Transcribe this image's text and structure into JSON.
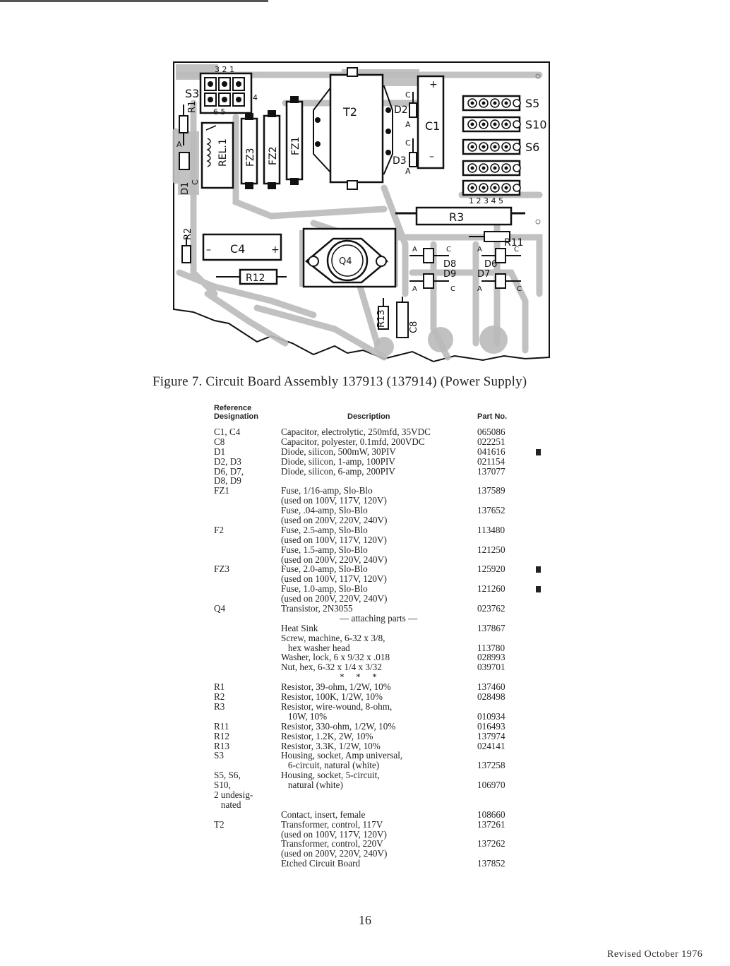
{
  "figure": {
    "caption": "Figure 7.  Circuit Board Assembly 137913 (137914)  (Power Supply)",
    "board_labels": {
      "s3": "S3",
      "pins_top": "3 2 1",
      "pins_bottom": "6 5",
      "pin4": "4",
      "r1": "R1",
      "rel1": "REL.1",
      "d1": "D1",
      "d1_c": "C",
      "d1_a": "A",
      "fz3": "FZ3",
      "fz2": "FZ2",
      "fz1": "FZ1",
      "t2": "T2",
      "c1": "C1",
      "c1_plus": "+",
      "c1_minus": "–",
      "d2": "D2",
      "d3": "D3",
      "d2_c": "C",
      "d2_a": "A",
      "d3_c": "C",
      "d3_a": "A",
      "s5": "S5",
      "s10": "S10",
      "s6": "S6",
      "connector_pins": "1 2 3 4 5",
      "r3": "R3",
      "r2": "R2",
      "c4": "C4",
      "c4_minus": "–",
      "c4_plus": "+",
      "q4": "Q4",
      "r12": "R12",
      "r11": "R11",
      "d8": "D8",
      "d9": "D9",
      "d6": "D6",
      "d7": "D7",
      "d8_a": "A",
      "d8_c": "C",
      "d9_a": "A",
      "d9_c": "C",
      "d6_a": "A",
      "d6_c": "C",
      "d7_a": "A",
      "d7_c": "C",
      "r13": "R13",
      "c8": "C8"
    }
  },
  "table": {
    "headers": {
      "ref_line1": "Reference",
      "ref_line2": "Designation",
      "description": "Description",
      "part_no": "Part No."
    },
    "rows": [
      {
        "ref": "C1, C4",
        "desc": "Capacitor, electrolytic, 250mfd, 35VDC",
        "pn": "065086",
        "mark": false
      },
      {
        "ref": "C8",
        "desc": "Capacitor, polyester, 0.1mfd, 200VDC",
        "pn": "022251",
        "mark": false
      },
      {
        "ref": "D1",
        "desc": "Diode, silicon, 500mW, 30PIV",
        "pn": "041616",
        "mark": true
      },
      {
        "ref": "D2, D3",
        "desc": "Diode, silicon, 1-amp, 100PIV",
        "pn": "021154",
        "mark": false
      },
      {
        "ref": "D6, D7,",
        "desc": "Diode, silicon, 6-amp, 200PIV",
        "pn": "137077",
        "mark": false
      },
      {
        "ref": "D8, D9",
        "desc": "",
        "pn": "",
        "mark": false
      },
      {
        "ref": "FZ1",
        "desc": "Fuse, 1/16-amp, Slo-Blo",
        "pn": "137589",
        "mark": false
      },
      {
        "ref": "",
        "desc": "(used on 100V, 117V, 120V)",
        "pn": "",
        "mark": false
      },
      {
        "ref": "",
        "desc": "Fuse, .04-amp, Slo-Blo",
        "pn": "137652",
        "mark": false
      },
      {
        "ref": "",
        "desc": "(used on 200V, 220V, 240V)",
        "pn": "",
        "mark": false
      },
      {
        "ref": "F2",
        "desc": "Fuse, 2.5-amp, Slo-Blo",
        "pn": "113480",
        "mark": false
      },
      {
        "ref": "",
        "desc": "(used on 100V, 117V, 120V)",
        "pn": "",
        "mark": false
      },
      {
        "ref": "",
        "desc": "Fuse, 1.5-amp, Slo-Blo",
        "pn": "121250",
        "mark": false
      },
      {
        "ref": "",
        "desc": "(used on 200V, 220V, 240V)",
        "pn": "",
        "mark": false
      },
      {
        "ref": "FZ3",
        "desc": "Fuse, 2.0-amp, Slo-Blo",
        "pn": "125920",
        "mark": true
      },
      {
        "ref": "",
        "desc": "(used on 100V, 117V, 120V)",
        "pn": "",
        "mark": false
      },
      {
        "ref": "",
        "desc": "Fuse, 1.0-amp, Slo-Blo",
        "pn": "121260",
        "mark": true
      },
      {
        "ref": "",
        "desc": "(used on 200V, 220V, 240V)",
        "pn": "",
        "mark": false
      },
      {
        "ref": "Q4",
        "desc": "Transistor, 2N3055",
        "pn": "023762",
        "mark": false
      },
      {
        "ref": "",
        "desc": "— attaching parts —",
        "pn": "",
        "mark": false,
        "center": true
      },
      {
        "ref": "",
        "desc": "Heat Sink",
        "pn": "137867",
        "mark": false
      },
      {
        "ref": "",
        "desc": "Screw, machine, 6-32 x 3/8,",
        "pn": "",
        "mark": false
      },
      {
        "ref": "",
        "desc": "   hex washer head",
        "pn": "113780",
        "mark": false
      },
      {
        "ref": "",
        "desc": "Washer, lock, 6 x 9/32 x .018",
        "pn": "028993",
        "mark": false
      },
      {
        "ref": "",
        "desc": "Nut, hex, 6-32 x 1/4 x 3/32",
        "pn": "039701",
        "mark": false
      },
      {
        "ref": "",
        "desc": "*     *     *",
        "pn": "",
        "mark": false,
        "center": true
      },
      {
        "ref": "R1",
        "desc": "Resistor, 39-ohm, 1/2W, 10%",
        "pn": "137460",
        "mark": false
      },
      {
        "ref": "R2",
        "desc": "Resistor, 100K, 1/2W, 10%",
        "pn": "028498",
        "mark": false
      },
      {
        "ref": "R3",
        "desc": "Resistor, wire-wound, 8-ohm,",
        "pn": "",
        "mark": false
      },
      {
        "ref": "",
        "desc": "   10W, 10%",
        "pn": "010934",
        "mark": false
      },
      {
        "ref": "R11",
        "desc": "Resistor, 330-ohm, 1/2W, 10%",
        "pn": "016493",
        "mark": false
      },
      {
        "ref": "R12",
        "desc": "Resistor, 1.2K, 2W, 10%",
        "pn": "137974",
        "mark": false
      },
      {
        "ref": "R13",
        "desc": "Resistor, 3.3K, 1/2W, 10%",
        "pn": "024141",
        "mark": false
      },
      {
        "ref": "S3",
        "desc": "Housing, socket, Amp universal,",
        "pn": "",
        "mark": false
      },
      {
        "ref": "",
        "desc": "   6-circuit, natural (white)",
        "pn": "137258",
        "mark": false
      },
      {
        "ref": "S5, S6,",
        "desc": "Housing, socket, 5-circuit,",
        "pn": "",
        "mark": false
      },
      {
        "ref": "S10,",
        "desc": "   natural (white)",
        "pn": "106970",
        "mark": false
      },
      {
        "ref": "2 undesig-",
        "desc": "",
        "pn": "",
        "mark": false
      },
      {
        "ref": "   nated",
        "desc": "",
        "pn": "",
        "mark": false
      },
      {
        "ref": "",
        "desc": "Contact, insert, female",
        "pn": "108660",
        "mark": false
      },
      {
        "ref": "T2",
        "desc": "Transformer, control, 117V",
        "pn": "137261",
        "mark": false
      },
      {
        "ref": "",
        "desc": "(used on 100V, 117V, 120V)",
        "pn": "",
        "mark": false
      },
      {
        "ref": "",
        "desc": "Transformer, control, 220V",
        "pn": "137262",
        "mark": false
      },
      {
        "ref": "",
        "desc": "(used on 200V, 220V, 240V)",
        "pn": "",
        "mark": false
      },
      {
        "ref": "",
        "desc": "Etched Circuit Board",
        "pn": "137852",
        "mark": false
      }
    ]
  },
  "footer": {
    "page_number": "16",
    "revised": "Revised October 1976"
  }
}
